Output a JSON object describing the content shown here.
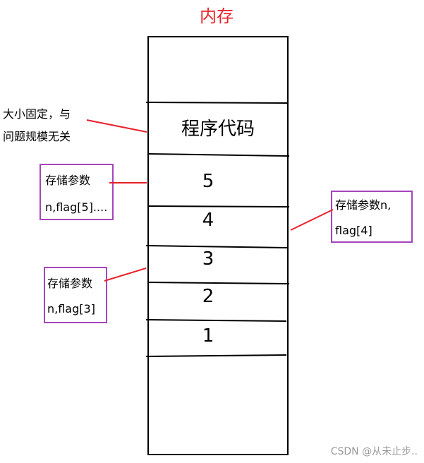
{
  "title": "内存",
  "code_label": "程序代码",
  "frames": [
    "5",
    "4",
    "3",
    "2",
    "1"
  ],
  "annotations": {
    "fixed_size": {
      "line1": "大小固定，与",
      "line2": "问题规模无关"
    },
    "frame5": {
      "line1": "存储参数",
      "line2": "n,flag[5]...."
    },
    "frame4": {
      "line1": "存储参数n,",
      "line2": "flag[4]"
    },
    "frame3": {
      "line1": "存储参数",
      "line2": "n,flag[3]"
    }
  },
  "watermark": "CSDN @从未止步..",
  "colors": {
    "title": "#e8202a",
    "connector": "#e8202a",
    "box_border": "#a545bb",
    "outline": "#000000",
    "watermark": "#999999"
  }
}
